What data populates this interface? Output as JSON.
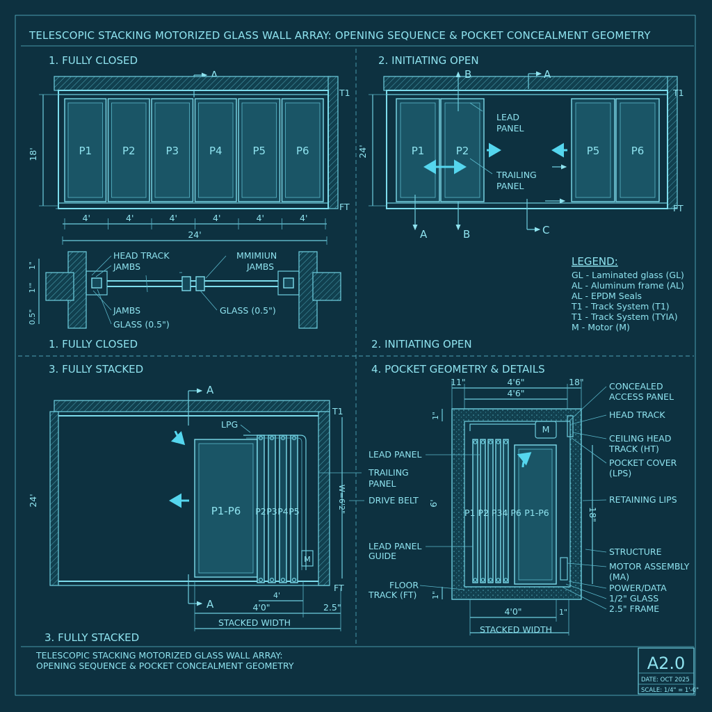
{
  "sheet": {
    "title": "TELESCOPIC STACKING MOTORIZED GLASS WALL ARRAY: OPENING SEQUENCE & POCKET CONCEALMENT GEOMETRY",
    "title_block_line1": "TELESCOPIC STACKING MOTORIZED GLASS WALL ARRAY:",
    "title_block_line2": "OPENING SEQUENCE & POCKET CONCEALMENT GEOMETRY",
    "sheet_number": "A2.0",
    "date": "DATE: OCT 2025",
    "scale": "SCALE: 1/4\" = 1'-0\""
  },
  "views": {
    "v1": {
      "heading": "1. FULLY CLOSED",
      "caption": "1. FULLY CLOSED",
      "panels": [
        "P1",
        "P2",
        "P3",
        "P4",
        "P5",
        "P6"
      ],
      "panel_widths": [
        "4'",
        "4'",
        "4'",
        "4'",
        "4'",
        "4'"
      ],
      "total_width": "24'",
      "height": "18'",
      "section_mark": "A",
      "track_top": "T1",
      "track_bottom": "FT",
      "detail_labels": {
        "head_track": "HEAD TRACK",
        "jambs_top": "JAMBS",
        "mimmiun": "MMIMIUN",
        "jambs_right": "JAMBS",
        "jambs_bottom": "JAMBS",
        "glass_left": "GLASS (0.5\")",
        "glass_right": "GLASS (0.5\")",
        "dim_1a": "1\"",
        "dim_1b": "1'\"",
        "dim_05": "0.5\""
      }
    },
    "v2": {
      "heading": "2. INITIATING OPEN",
      "caption": "2. INITIATING OPEN",
      "panels": [
        "P1",
        "P2",
        "P5",
        "P6"
      ],
      "height": "24'",
      "lead_panel": "LEAD\nPANEL",
      "lead_l1": "LEAD",
      "lead_l2": "PANEL",
      "trailing_l1": "TRAILING",
      "trailing_l2": "PANEL",
      "marks": [
        "A",
        "B",
        "C"
      ],
      "track_top": "T1",
      "track_bottom": "FT"
    },
    "legend": {
      "heading": "LEGEND:",
      "items": [
        "GL - Laminated glass (GL)",
        "AL - Aluminum frame (AL)",
        "AL - EPDM Seals",
        "T1 - Track System (T1)",
        "T1 - Track System (TYIA)",
        "M - Motor (M)"
      ]
    },
    "v3": {
      "heading": "3. FULLY STACKED",
      "caption": "3. FULLY STACKED",
      "height": "24'",
      "stack_main": "P1-P6",
      "stack_panels": [
        "P2",
        "P3",
        "P4",
        "P5"
      ],
      "lpg": "LPG",
      "trailing_l1": "TRAILING",
      "trailing_l2": "PANEL",
      "drive_belt": "DRIVE BELT",
      "w_label": "W=6'2\"",
      "motor": "M",
      "dim_4": "4'",
      "dim_40": "4'0\"",
      "dim_25": "2.5\"",
      "stacked_width": "STACKED WIDTH",
      "section_mark": "A",
      "track_top": "T1",
      "track_bottom": "FT",
      "lead_panel": "LEAD PANEL"
    },
    "v4": {
      "heading": "4. POCKET GEOMETRY & DETAILS",
      "dim_11": "11\"",
      "dim_46a": "4'6\"",
      "dim_18": "18\"",
      "dim_46b": "4'6\"",
      "dim_1": "1\"",
      "dim_6": "6'",
      "dim_18v": "18\"",
      "dim_1b": "1\"",
      "dim_40": "4'0\"",
      "dim_1c": "1\"",
      "stacked_width": "STACKED WIDTH",
      "motor": "M",
      "stack_left": "P1 P2 P34 P6",
      "stack_right": "P1-P6",
      "left_labels": {
        "lead_panel": "LEAD PANEL",
        "trailing_l1": "TRAILING",
        "trailing_l2": "PANEL",
        "drive_belt": "DRIVE BELT",
        "lpg_l1": "LEAD PANEL",
        "lpg_l2": "GUIDE",
        "ft_l1": "FLOOR",
        "ft_l2": "TRACK (FT)"
      },
      "right_labels": [
        "CONCEALED",
        "ACCESS PANEL",
        "HEAD TRACK",
        "CEILING HEAD",
        "TRACK (HT)",
        "POCKET COVER",
        "(LPS)",
        "RETAINING LIPS",
        "STRUCTURE",
        "MOTOR ASSEMBLY",
        "(MA)",
        "POWER/DATA",
        "1/2\" GLASS",
        "2.5\" FRAME"
      ]
    }
  }
}
